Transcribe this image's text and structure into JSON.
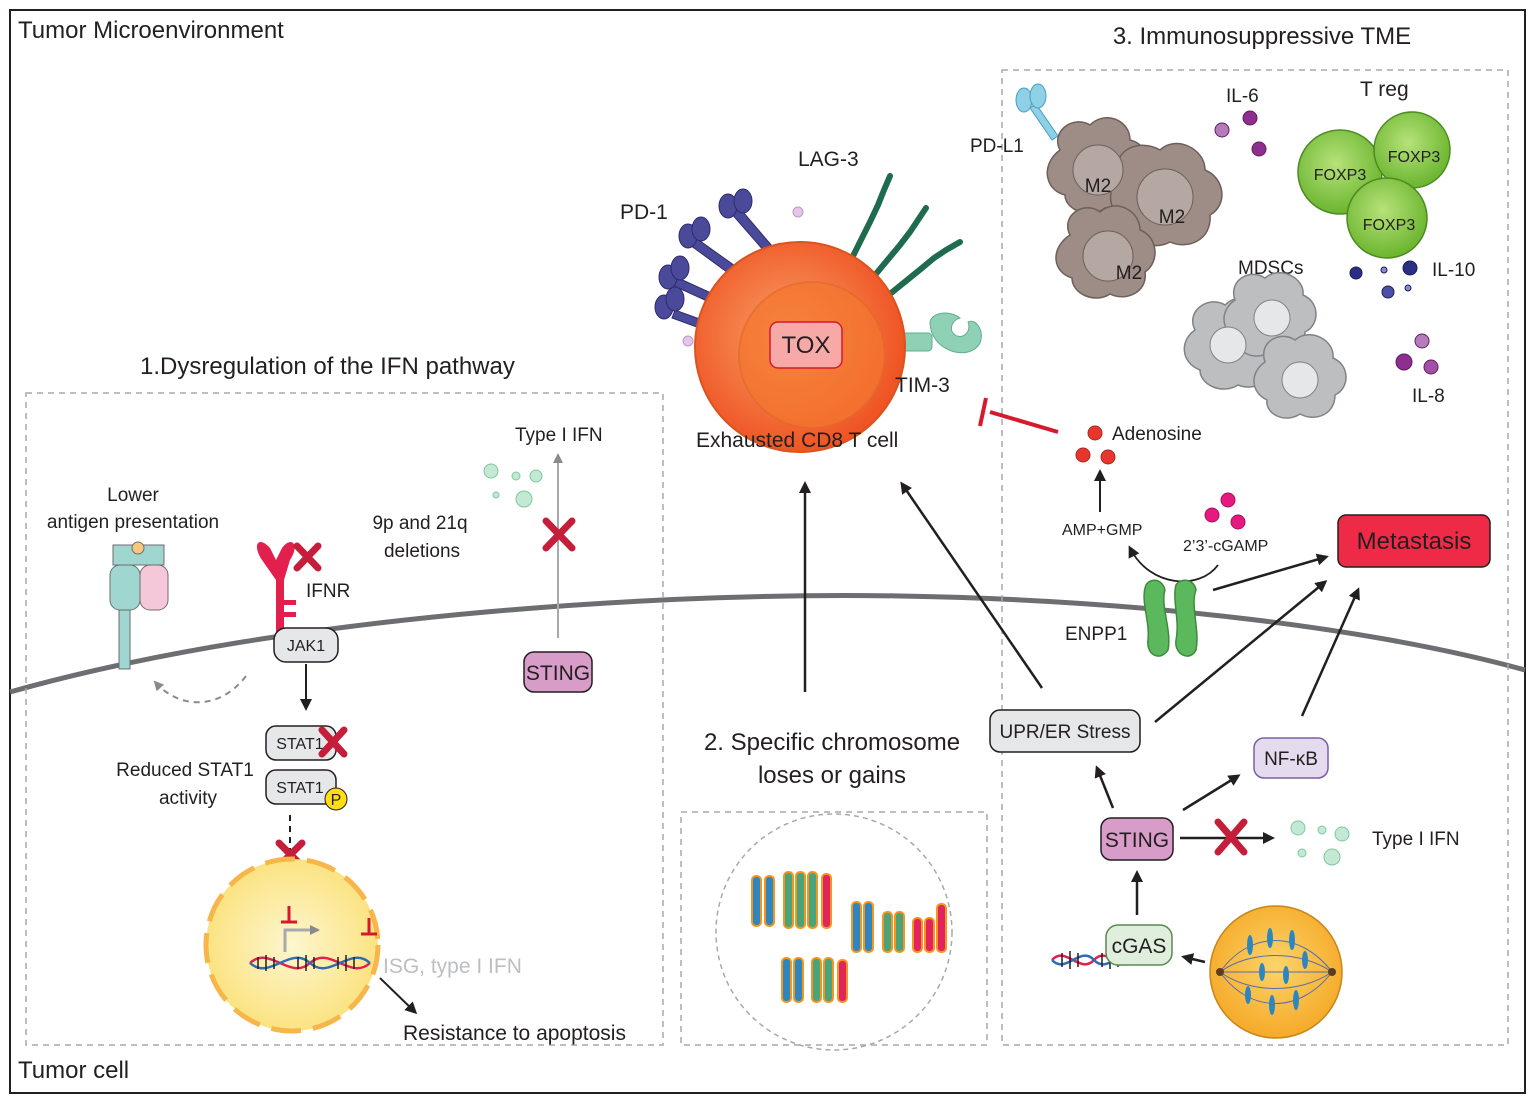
{
  "labels": {
    "tumor_microenvironment": "Tumor Microenvironment",
    "tumor_cell": "Tumor cell",
    "section1": "1.Dysregulation of the IFN pathway",
    "section2_line1": "2. Specific chromosome",
    "section2_line2": "loses or gains",
    "section3": "3. Immunosuppressive TME",
    "lower_antigen_line1": "Lower",
    "lower_antigen_line2": "antigen presentation",
    "ifnr": "IFNR",
    "jak1": "JAK1",
    "stat1_top": "STAT1",
    "stat1_bottom": "STAT1",
    "phospho": "P",
    "reduced_stat1_line1": "Reduced STAT1",
    "reduced_stat1_line2": "activity",
    "isg": "ISG, type I IFN",
    "resistance": "Resistance to apoptosis",
    "deletions_line1": "9p and 21q",
    "deletions_line2": "deletions",
    "type1_ifn_left": "Type I IFN",
    "sting_left": "STING",
    "pd1": "PD-1",
    "lag3": "LAG-3",
    "tim3": "TIM-3",
    "tox": "TOX",
    "exhausted": "Exhausted CD8 T cell",
    "pdl1": "PD-L1",
    "m2": "M2",
    "il6": "IL-6",
    "treg": "T reg",
    "foxp3": "FOXP3",
    "mdscs": "MDSCs",
    "il10": "IL-10",
    "il8": "IL-8",
    "adenosine": "Adenosine",
    "amp_gmp": "AMP+GMP",
    "cgamp": "2’3’-cGAMP",
    "metastasis": "Metastasis",
    "enpp1": "ENPP1",
    "upr": "UPR/ER Stress",
    "nfkb": "NF-κB",
    "sting_right": "STING",
    "type1_ifn_right": "Type I IFN",
    "cgas": "cGAS"
  },
  "colors": {
    "tcell": "#f26522",
    "tox_box": "#f7a9a8",
    "pd1": "#4b4a9a",
    "lag3": "#1f6b4e",
    "tim3": "#8fd1b5",
    "m2": "#9e8c86",
    "treg": "#7dc242",
    "mdsc": "#bcbec0",
    "sting": "#d89cc8",
    "metastasis": "#ee2a47",
    "enpp1": "#5cb85c",
    "inhibition": "#d7192d",
    "nucleus": "#fbe68a"
  }
}
